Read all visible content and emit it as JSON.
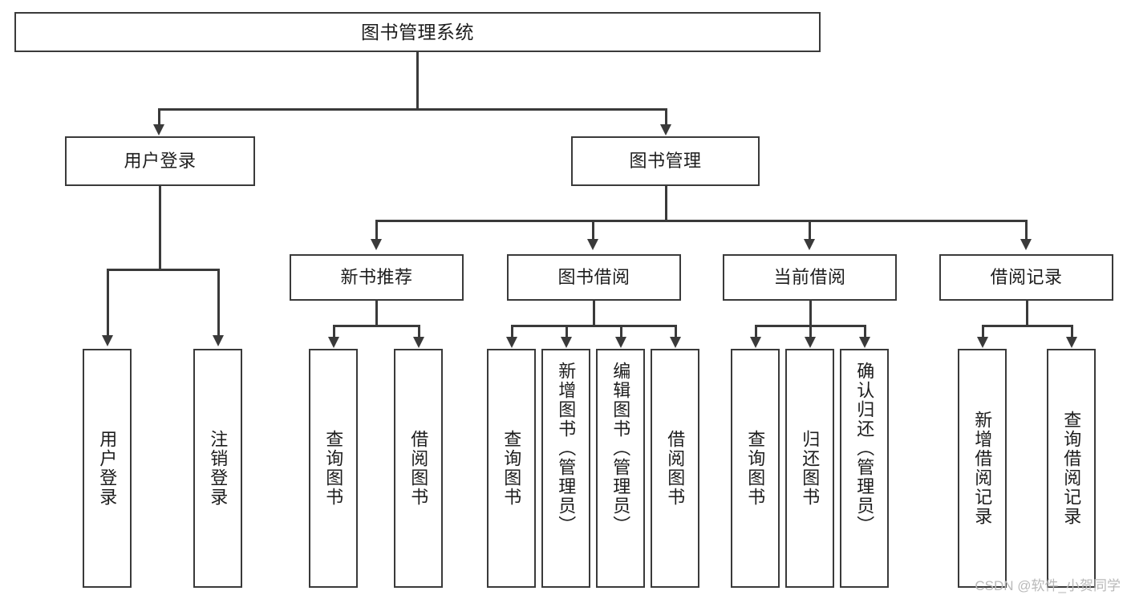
{
  "diagram": {
    "type": "tree-hierarchy",
    "title": "图书管理系统",
    "root": {
      "id": "root",
      "label": "图书管理系统",
      "orientation": "horizontal"
    },
    "level2": [
      {
        "id": "user-login",
        "label": "用户登录",
        "orientation": "horizontal"
      },
      {
        "id": "book-management",
        "label": "图书管理",
        "orientation": "horizontal"
      }
    ],
    "level3": [
      {
        "id": "new-book-recommend",
        "label": "新书推荐",
        "orientation": "horizontal"
      },
      {
        "id": "book-borrow",
        "label": "图书借阅",
        "orientation": "horizontal"
      },
      {
        "id": "current-borrow",
        "label": "当前借阅",
        "orientation": "horizontal"
      },
      {
        "id": "borrow-record",
        "label": "借阅记录",
        "orientation": "horizontal"
      }
    ],
    "leaves": {
      "user_login": [
        {
          "id": "leaf-user-login",
          "label": "用户登录",
          "orientation": "vertical"
        },
        {
          "id": "leaf-user-logout",
          "label": "注销登录",
          "orientation": "vertical"
        }
      ],
      "new_book_recommend": [
        {
          "id": "leaf-query-book-1",
          "label": "查询图书",
          "orientation": "vertical"
        },
        {
          "id": "leaf-borrow-book-1",
          "label": "借阅图书",
          "orientation": "vertical"
        }
      ],
      "book_borrow": [
        {
          "id": "leaf-query-book-2",
          "label": "查询图书",
          "orientation": "vertical"
        },
        {
          "id": "leaf-add-book",
          "label": "新增图书（管理员）",
          "orientation": "vertical"
        },
        {
          "id": "leaf-edit-book",
          "label": "编辑图书（管理员）",
          "orientation": "vertical"
        },
        {
          "id": "leaf-borrow-book-2",
          "label": "借阅图书",
          "orientation": "vertical"
        }
      ],
      "current_borrow": [
        {
          "id": "leaf-query-book-3",
          "label": "查询图书",
          "orientation": "vertical"
        },
        {
          "id": "leaf-return-book",
          "label": "归还图书",
          "orientation": "vertical"
        },
        {
          "id": "leaf-confirm-return",
          "label": "确认归还（管理员）",
          "orientation": "vertical"
        }
      ],
      "borrow_record": [
        {
          "id": "leaf-add-record",
          "label": "新增借阅记录",
          "orientation": "vertical"
        },
        {
          "id": "leaf-query-record",
          "label": "查询借阅记录",
          "orientation": "vertical"
        }
      ]
    },
    "colors": {
      "stroke": "#3a3a3a",
      "fill": "#ffffff",
      "text": "#1d1d1d",
      "watermark": "#b9b9b9"
    }
  },
  "watermark": {
    "text": "CSDN @软件_小贺同学"
  }
}
